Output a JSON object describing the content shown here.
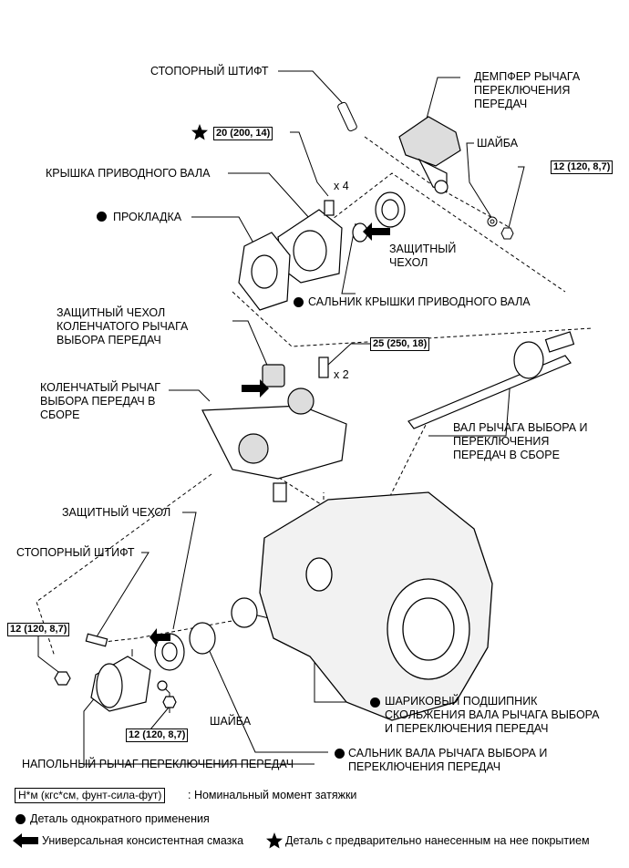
{
  "labels": {
    "stop_pin_top": "СТОПОРНЫЙ ШТИФТ",
    "damper": "ДЕМПФЕР РЫЧАГА\nПЕРЕКЛЮЧЕНИЯ\nПЕРЕДАЧ",
    "washer_top": "ШАЙБА",
    "drive_shaft_cover": "КРЫШКА ПРИВОДНОГО ВАЛА",
    "gasket": "ПРОКЛАДКА",
    "dust_boot_top": "ЗАЩИТНЫЙ\nЧЕХОЛ",
    "cover_seal": "САЛЬНИК КРЫШКИ ПРИВОДНОГО ВАЛА",
    "bellcrank_boot": "ЗАЩИТНЫЙ ЧЕХОЛ\nКОЛЕНЧАТОГО РЫЧАГА\nВЫБОРА ПЕРЕДАЧ",
    "bellcrank_assy": "КОЛЕНЧАТЫЙ РЫЧАГ\nВЫБОРА ПЕРЕДАЧ В\nСБОРЕ",
    "shift_shaft_assy": "ВАЛ РЫЧАГА ВЫБОРА И\nПЕРЕКЛЮЧЕНИЯ\nПЕРЕДАЧ В СБОРЕ",
    "dust_boot_lower": "ЗАЩИТНЫЙ ЧЕХОЛ",
    "stop_pin_lower": "СТОПОРНЫЙ ШТИФТ",
    "ball_bearing": "ШАРИКОВЫЙ ПОДШИПНИК\nСКОЛЬЖЕНИЯ ВАЛА РЫЧАГА ВЫБОРА\nИ ПЕРЕКЛЮЧЕНИЯ ПЕРЕДАЧ",
    "washer_lower": "ШАЙБА",
    "floor_lever": "НАПОЛЬНЫЙ РЫЧАГ ПЕРЕКЛЮЧЕНИЯ ПЕРЕДАЧ",
    "shaft_seal": "САЛЬНИК ВАЛА РЫЧАГА ВЫБОРА И\nПЕРЕКЛЮЧЕНИЯ ПЕРЕДАЧ",
    "x4": "x 4",
    "x2": "x 2"
  },
  "torque": {
    "cover_bolts": "20 (200, 14)",
    "damper_nut": "12 (120, 8,7)",
    "bellcrank_bolts": "25 (250, 18)",
    "lever_nut_left": "12 (120, 8,7)",
    "lever_nut_bottom": "12 (120, 8,7)"
  },
  "legend": {
    "units": "Н*м (кгс*см, фунт-сила-фут)",
    "units_desc": ": Номинальный момент затяжки",
    "non_reusable": "Деталь однократного применения",
    "grease": "Универсальная консистентная смазка",
    "precoated": "Деталь с предварительно нанесенным на нее покрытием"
  },
  "icons": {
    "non_reusable": "black-circle-icon",
    "precoated": "black-star-icon",
    "grease": "arrow-left-icon"
  }
}
